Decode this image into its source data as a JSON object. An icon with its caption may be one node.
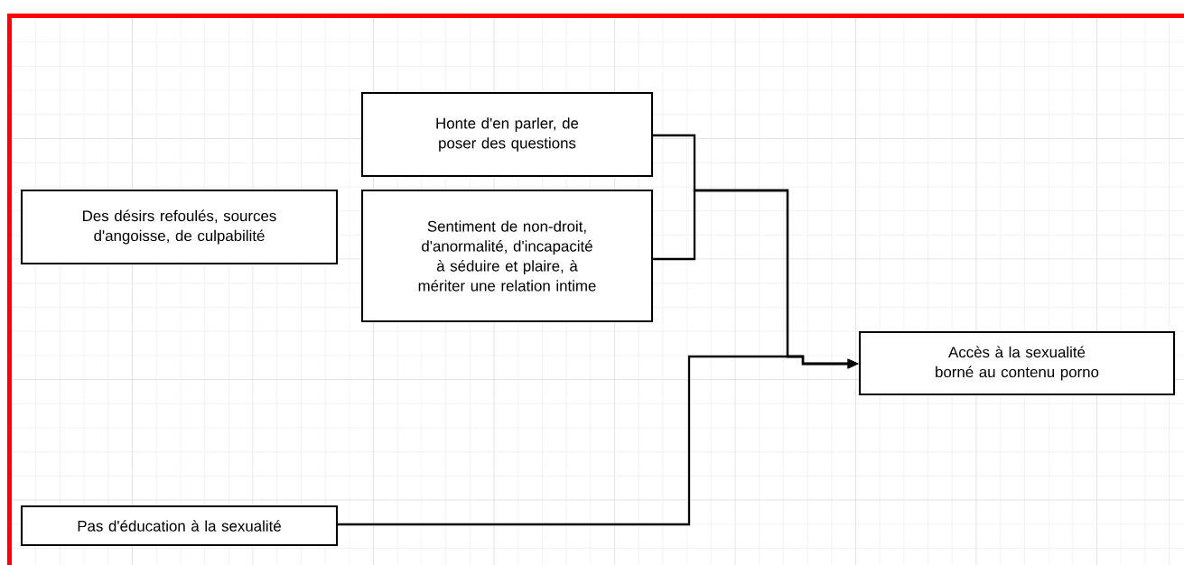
{
  "diagram": {
    "nodes": [
      {
        "text": [
          "Honte d'en parler, de poser des questions"
        ]
      },
      {
        "text": [
          "Des désirs refoulés, sources d'angoisse, de culpabilité"
        ]
      },
      {
        "text": [
          "Sentiment de non-droit, d'anormalité, d'incapacité à séduire et plaire, à mériter une relation intime"
        ]
      },
      {
        "text": [
          "Accès à la sexualité borné au contenu porno"
        ]
      },
      {
        "text": [
          "Pas d'éducation à la sexualité"
        ]
      }
    ],
    "edges": [
      {
        "from": 0,
        "to": 3,
        "arrow": "to"
      },
      {
        "from": 2,
        "to": 3,
        "arrow": "to"
      },
      {
        "from": 4,
        "to": 3,
        "arrow": "to"
      }
    ]
  }
}
